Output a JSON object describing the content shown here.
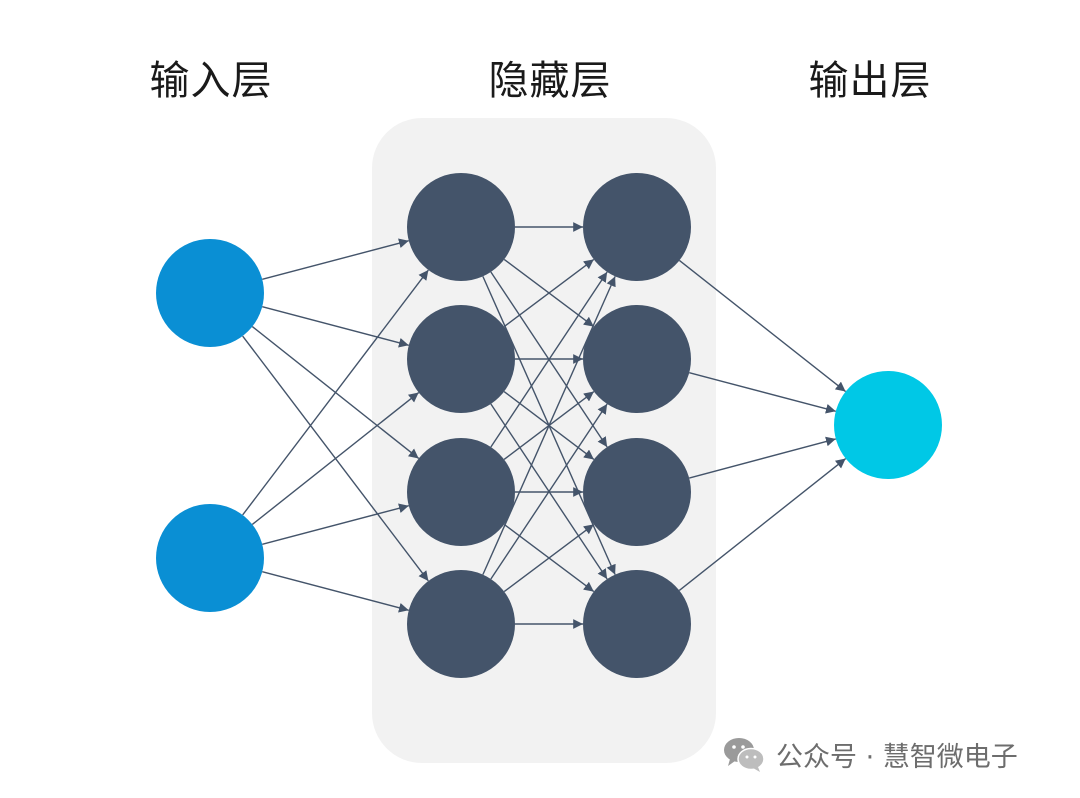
{
  "labels": {
    "input_layer": "输入层",
    "hidden_layer": "隐藏层",
    "output_layer": "输出层"
  },
  "watermark": {
    "text": "公众号 · 慧智微电子",
    "icon": "wechat-icon"
  },
  "network": {
    "input_nodes": 2,
    "hidden_layers": [
      4,
      4
    ],
    "output_nodes": 1
  },
  "colors": {
    "input_node": "#0a8fd4",
    "hidden_node": "#44546a",
    "output_node": "#00c8e6",
    "edge": "#44546a",
    "hidden_panel": "#f2f2f2",
    "watermark": "#8c8c8c"
  }
}
